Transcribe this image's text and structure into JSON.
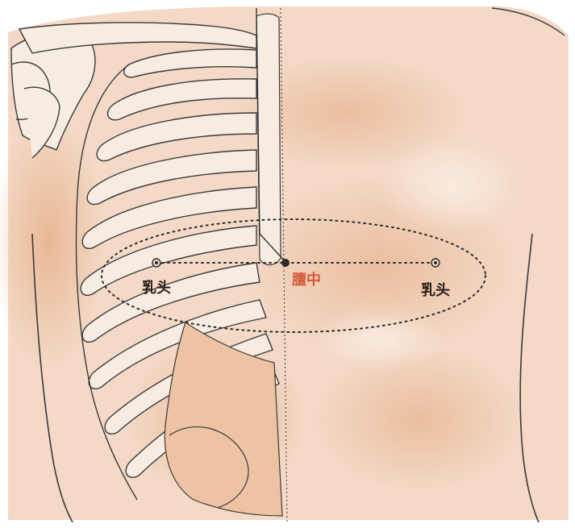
{
  "labels": {
    "left_nipple": "乳头",
    "right_nipple": "乳头",
    "acupoint": "膻中"
  },
  "colors": {
    "skin_base": "#f3d9c6",
    "skin_shadow": "#e9b996",
    "bone_fill": "#f7ece2",
    "outline": "#2b2b2b",
    "acupoint_label": "#d65a3a",
    "nipple_label": "#2a1d17"
  }
}
